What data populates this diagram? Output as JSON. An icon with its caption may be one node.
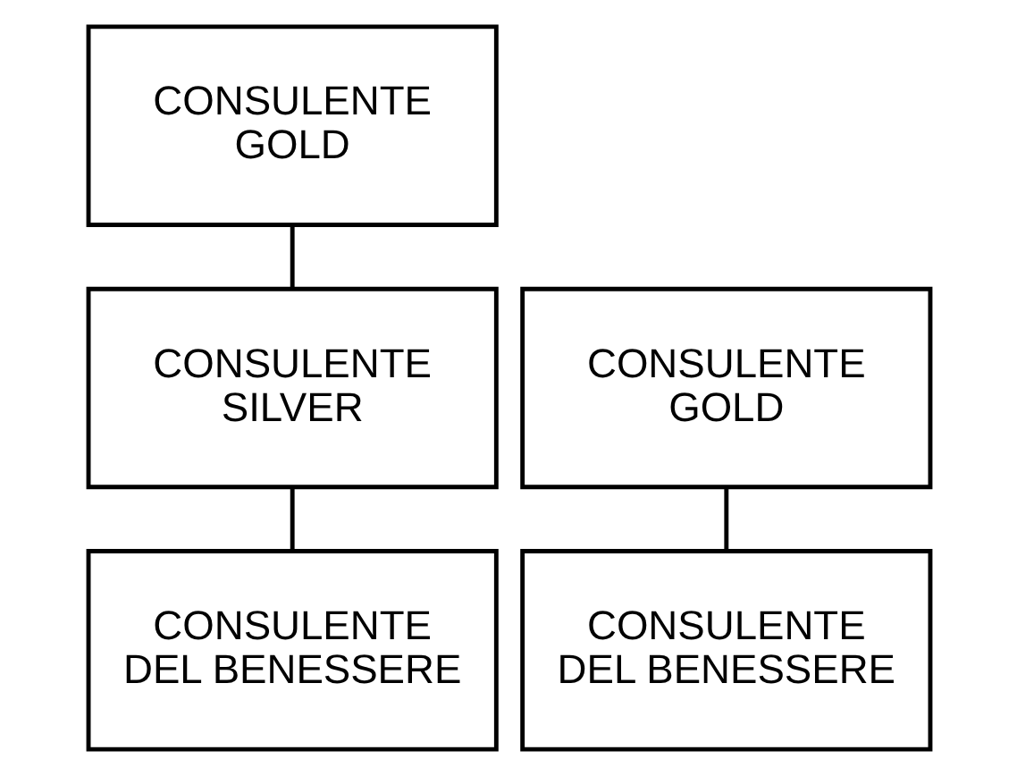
{
  "diagram": {
    "nodes": [
      {
        "text": [
          "CONSULENTE GOLD"
        ]
      },
      {
        "text": [
          "CONSULENTE GOLD"
        ]
      },
      {
        "text": [
          "CONSULENTE SILVER"
        ]
      },
      {
        "text": [
          "CONSULENTE DEL BENESSERE"
        ]
      },
      {
        "text": [
          "CONSULENTE DEL BENESSERE"
        ]
      }
    ],
    "edges": [
      {
        "from": 0,
        "to": 2,
        "arrow": "none"
      },
      {
        "from": 1,
        "to": 3,
        "arrow": "none"
      },
      {
        "from": 2,
        "to": 4,
        "arrow": "none"
      }
    ]
  }
}
